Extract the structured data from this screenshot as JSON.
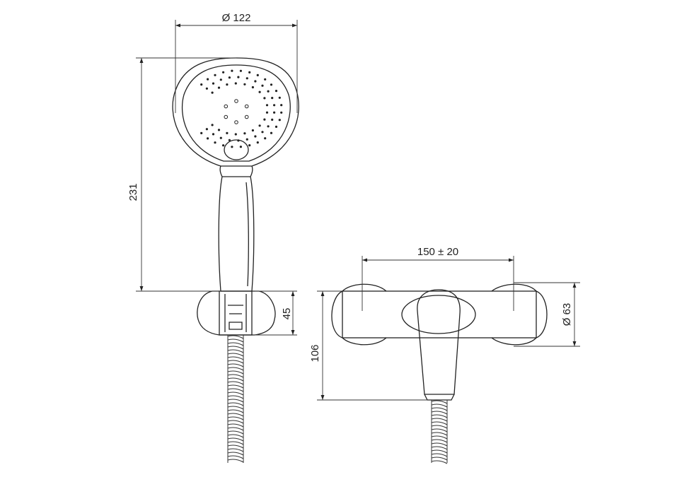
{
  "dimensions": {
    "head_diameter": "Ø 122",
    "handshower_length": "231",
    "holder_height": "45",
    "connection_spacing": "150 ± 20",
    "cover_diameter": "Ø 63",
    "mixer_depth": "106"
  }
}
